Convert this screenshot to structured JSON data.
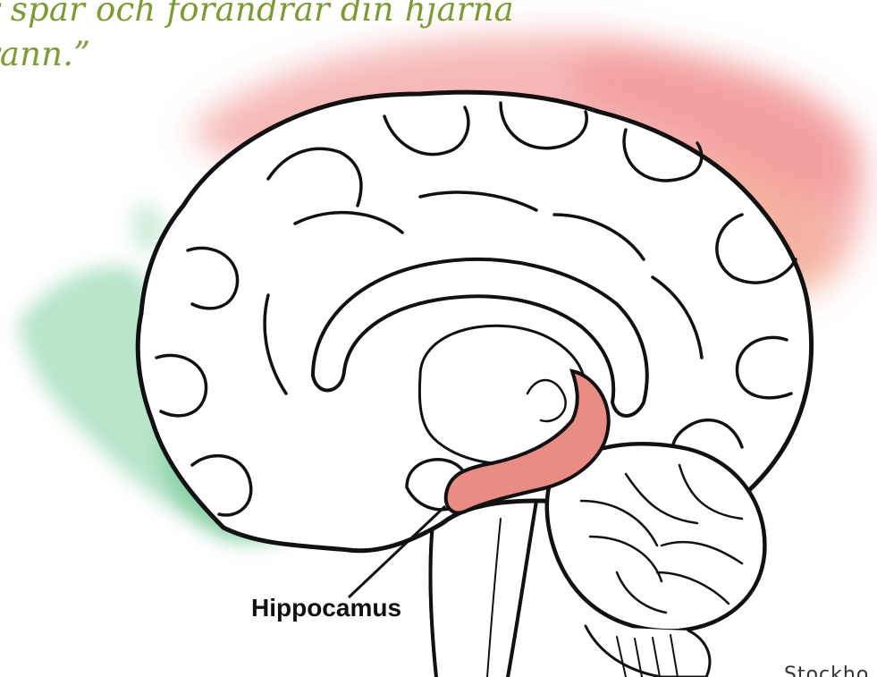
{
  "quote": {
    "line1": "r spår och förändrar din hjärna",
    "line2": "rann.”",
    "color": "#7c9a35"
  },
  "diagram": {
    "label": "Hippocamus",
    "highlight_color": "#e98c84",
    "outline_color": "#111111"
  },
  "watercolor": {
    "pink": "#f08c8c",
    "green": "#5fbf88"
  },
  "credit": "Stockho"
}
